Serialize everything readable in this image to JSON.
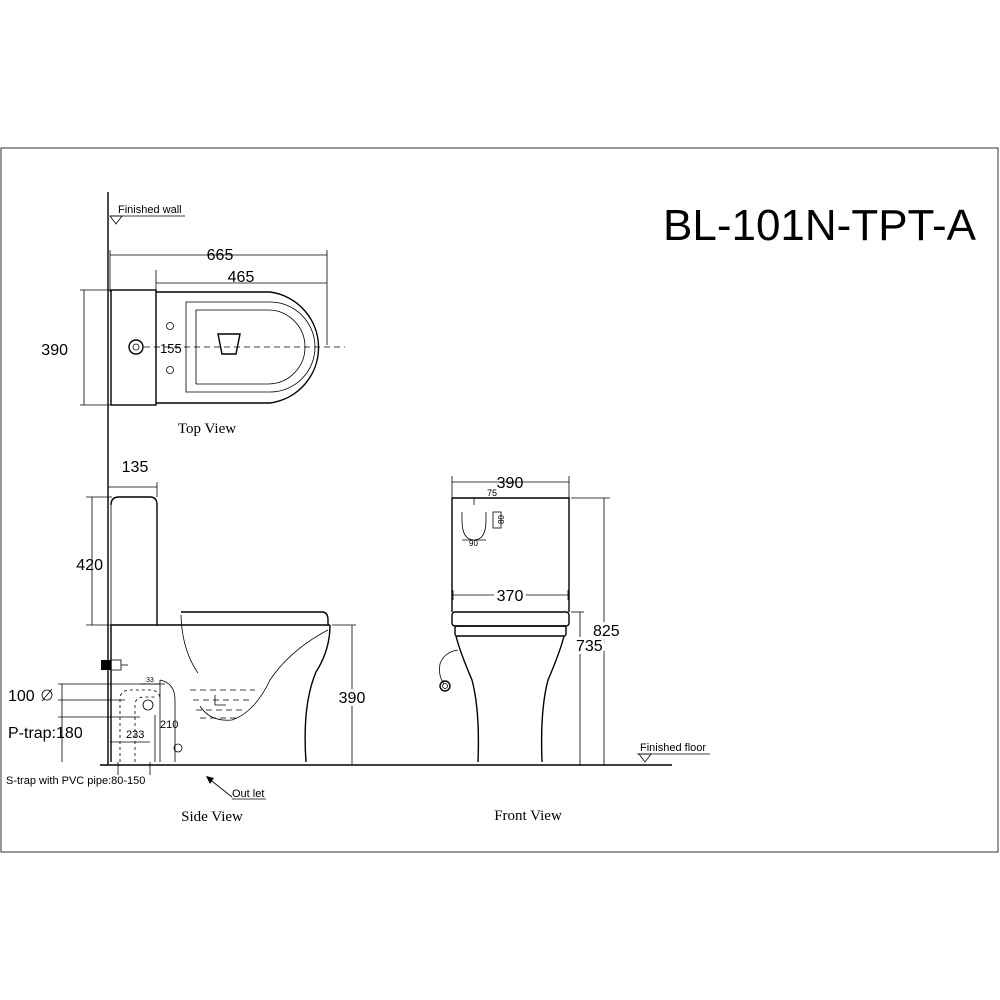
{
  "title": "BL-101N-TPT-A",
  "labels": {
    "finished_wall": "Finished wall",
    "finished_floor": "Finished floor",
    "top_view": "Top View",
    "side_view": "Side View",
    "front_view": "Front View",
    "outlet": "Out let",
    "s_trap": "S-trap with PVC pipe:80-150",
    "p_trap": "P-trap:180",
    "hundred": "100"
  },
  "dimensions": {
    "top_total_length": "665",
    "top_bowl_length": "465",
    "top_width": "390",
    "top_hole_offset": "155",
    "side_tank_depth": "135",
    "side_tank_height": "420",
    "side_bowl_height": "390",
    "side_trap_33": "33",
    "side_trap_210": "210",
    "side_trap_233": "233",
    "front_width": "390",
    "front_notch_75": "75",
    "front_notch_80": "80",
    "front_notch_90": "90",
    "front_base_width": "370",
    "front_total_height": "825",
    "front_seat_height": "735"
  }
}
